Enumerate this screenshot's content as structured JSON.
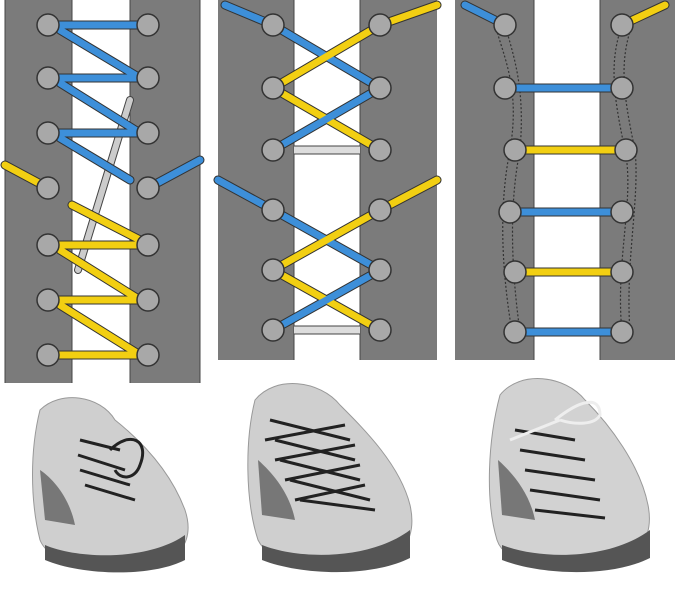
{
  "colors": {
    "panel": "#7b7b7b",
    "strip": "#ffffff",
    "blue_lace": "#3d8fd9",
    "yellow_lace": "#f2cf12",
    "hidden_lace": "#d0d0d0",
    "eyelet": "#a8a8a8",
    "shoe": "#cfcfcf",
    "sole": "#555555",
    "dark_lace": "#222222",
    "white_lace": "#eeeeee"
  },
  "panels": [
    {
      "name": "lacing-method-1",
      "eyelet_rows": 7
    },
    {
      "name": "lacing-method-2",
      "eyelet_rows": 6
    },
    {
      "name": "lacing-method-3",
      "eyelet_rows": 6
    }
  ]
}
